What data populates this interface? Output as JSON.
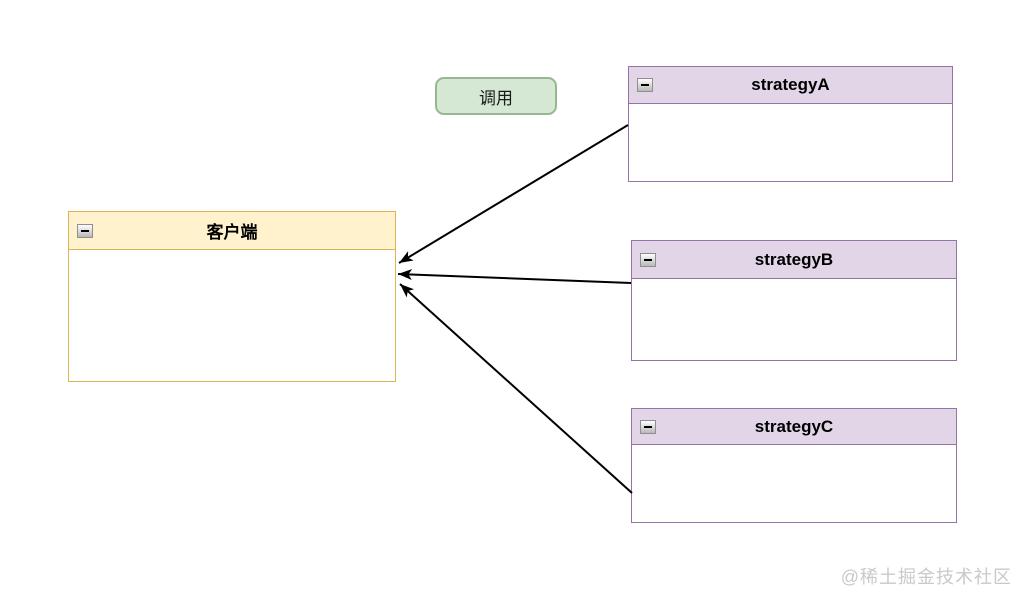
{
  "diagram": {
    "background_color": "#ffffff",
    "call_button": {
      "label": "调用",
      "fill_color": "#d5e8d4",
      "border_color": "#82b366"
    },
    "client_box": {
      "title": "客户端",
      "header_fill_color": "#fff2cc",
      "border_color": "#d6b656",
      "collapse_icon": "minus-icon"
    },
    "strategy_boxes": [
      {
        "title": "strategyA",
        "header_fill_color": "#e1d5e7",
        "border_color": "#9673a6",
        "collapse_icon": "minus-icon"
      },
      {
        "title": "strategyB",
        "header_fill_color": "#e1d5e7",
        "border_color": "#9673a6",
        "collapse_icon": "minus-icon"
      },
      {
        "title": "strategyC",
        "header_fill_color": "#e1d5e7",
        "border_color": "#9673a6",
        "collapse_icon": "minus-icon"
      }
    ],
    "arrows": {
      "color": "#000000",
      "relations": [
        "strategyA -> 客户端",
        "strategyB -> 客户端",
        "strategyC -> 客户端"
      ]
    },
    "watermark": {
      "text": "@稀土掘金技术社区",
      "color": "#c9c9c9"
    }
  }
}
